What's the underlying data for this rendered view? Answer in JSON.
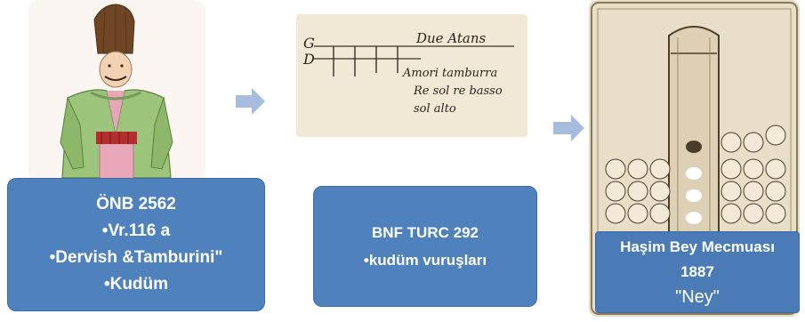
{
  "panels": [
    {
      "image": "dervish-musician-painting",
      "lines": [
        "ÖNB 2562",
        "•Vr.116 a",
        "•Dervish &Tamburini\"",
        "•Kudüm"
      ]
    },
    {
      "image": "manuscript-notation-fragment",
      "lines": [
        "BNF TURC 292",
        "•kudüm vuruşları"
      ],
      "manuscript_text": [
        "G",
        "D",
        "Due Atans",
        "Amori tamburra",
        "Re sol re basso",
        "sol alto"
      ]
    },
    {
      "image": "ney-flute-diagram",
      "lines": [
        "Haşim Bey Mecmuası",
        "1887",
        "\"Ney\""
      ]
    }
  ],
  "colors": {
    "box_fill": "#4f81bd",
    "box_text": "#ffffff",
    "arrow": "#a7bde0"
  }
}
